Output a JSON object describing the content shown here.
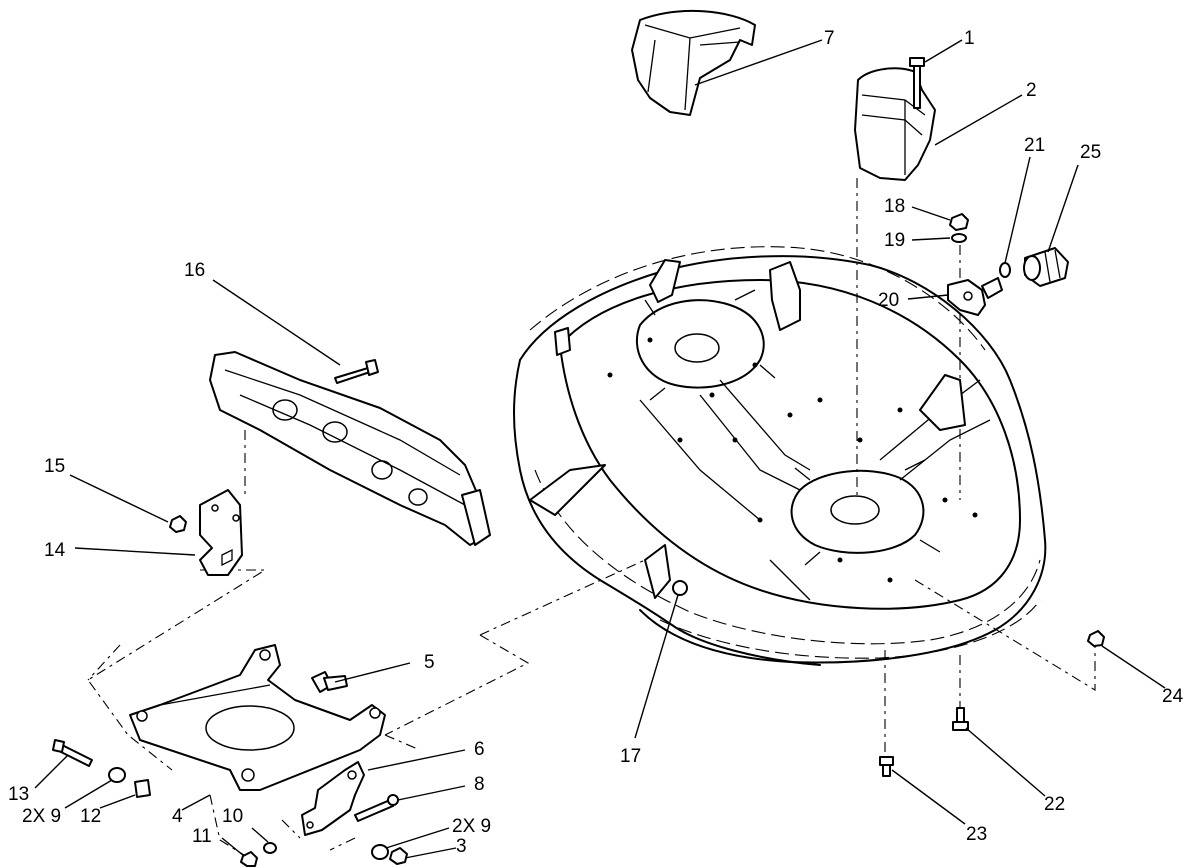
{
  "callouts": [
    {
      "id": "c1",
      "text": "1"
    },
    {
      "id": "c2",
      "text": "2"
    },
    {
      "id": "c3",
      "text": "3"
    },
    {
      "id": "c4",
      "text": "4"
    },
    {
      "id": "c5",
      "text": "5"
    },
    {
      "id": "c6",
      "text": "6"
    },
    {
      "id": "c7",
      "text": "7"
    },
    {
      "id": "c8",
      "text": "8"
    },
    {
      "id": "c9a",
      "text": "2X 9"
    },
    {
      "id": "c9b",
      "text": "2X 9"
    },
    {
      "id": "c10",
      "text": "10"
    },
    {
      "id": "c11",
      "text": "11"
    },
    {
      "id": "c12",
      "text": "12"
    },
    {
      "id": "c13",
      "text": "13"
    },
    {
      "id": "c14",
      "text": "14"
    },
    {
      "id": "c15",
      "text": "15"
    },
    {
      "id": "c16",
      "text": "16"
    },
    {
      "id": "c17",
      "text": "17"
    },
    {
      "id": "c18",
      "text": "18"
    },
    {
      "id": "c19",
      "text": "19"
    },
    {
      "id": "c20",
      "text": "20"
    },
    {
      "id": "c21",
      "text": "21"
    },
    {
      "id": "c22",
      "text": "22"
    },
    {
      "id": "c23",
      "text": "23"
    },
    {
      "id": "c24",
      "text": "24"
    },
    {
      "id": "c25",
      "text": "25"
    }
  ]
}
